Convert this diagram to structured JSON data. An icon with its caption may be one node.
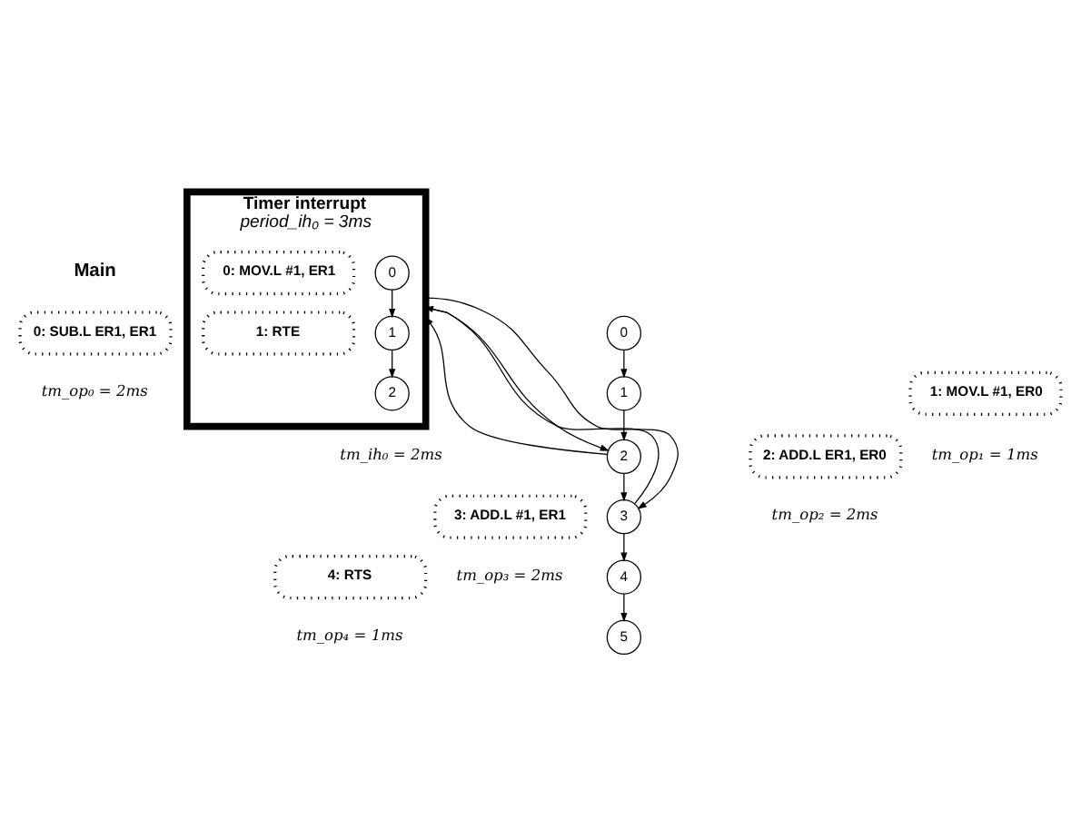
{
  "diagram": {
    "nodes": [
      {
        "text": [
          "0"
        ]
      },
      {
        "text": [
          "0: SUB.L ER1, ER1"
        ],
        "beside": [
          "tm_op₀ = 2ms"
        ]
      },
      {
        "text": [
          "1"
        ]
      },
      {
        "text": [
          "1: MOV.L #1, ER0"
        ],
        "beside": [
          "tm_op₁ = 1ms"
        ]
      },
      {
        "text": [
          "2"
        ]
      },
      {
        "text": [
          "2: ADD.L ER1, ER0"
        ],
        "beside": [
          "tm_op₂ = 2ms"
        ]
      },
      {
        "text": [
          "3"
        ]
      },
      {
        "text": [
          "3: ADD.L #1, ER1"
        ],
        "beside": [
          "tm_op₃ = 2ms"
        ]
      },
      {
        "text": [
          "4"
        ]
      },
      {
        "text": [
          "4: RTS"
        ],
        "beside": [
          "tm_op₄ = 1ms"
        ]
      },
      {
        "text": [
          "5"
        ]
      },
      {
        "text": [
          "Timer interrupt",
          "period_ih₀ = 3ms"
        ],
        "beside": [
          "tm_ih₀ = 2ms"
        ]
      },
      {
        "text": [
          "0"
        ],
        "in": 11
      },
      {
        "text": [
          "0: MOV.L #1, ER1"
        ],
        "in": 11
      },
      {
        "text": [
          "1"
        ],
        "in": 11
      },
      {
        "text": [
          "1: RTE"
        ],
        "in": 11
      },
      {
        "text": [
          "2"
        ],
        "in": 11
      }
    ],
    "edges": [
      {
        "from": 0,
        "to": 2,
        "arrow": "to"
      },
      {
        "from": 2,
        "to": 4,
        "arrow": "to"
      },
      {
        "from": 4,
        "to": 6,
        "arrow": "to"
      },
      {
        "from": 6,
        "to": 8,
        "arrow": "to"
      },
      {
        "from": 8,
        "to": 10,
        "arrow": "to"
      },
      {
        "from": 4,
        "to": 11,
        "arrow": "to"
      },
      {
        "from": 11,
        "to": 4,
        "arrow": "to"
      },
      {
        "from": 6,
        "to": 11,
        "arrow": "to"
      },
      {
        "from": 11,
        "to": 6,
        "arrow": "to"
      },
      {
        "from": 12,
        "to": 14,
        "arrow": "to"
      },
      {
        "from": 14,
        "to": 16,
        "arrow": "to"
      }
    ],
    "labels": [
      "Main"
    ]
  }
}
